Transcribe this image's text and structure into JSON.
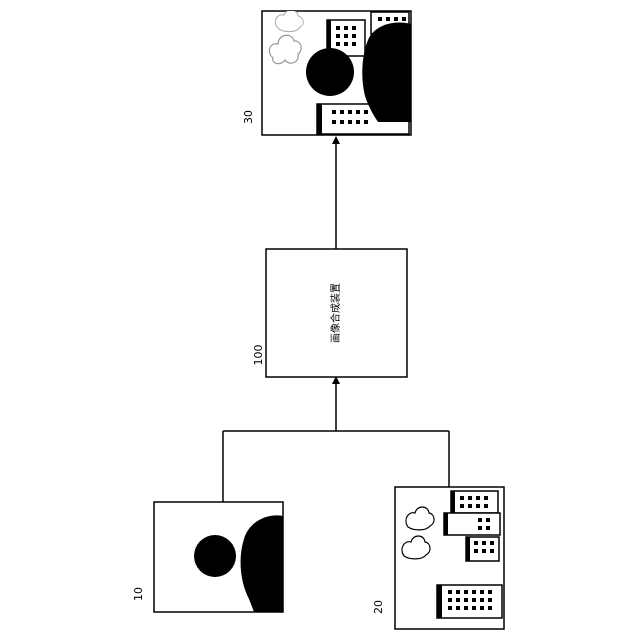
{
  "nodes": {
    "input_person": {
      "ref": "10"
    },
    "input_city": {
      "ref": "20"
    },
    "device": {
      "ref": "100",
      "label": "画像合成装置"
    },
    "output_composite": {
      "ref": "30"
    }
  }
}
